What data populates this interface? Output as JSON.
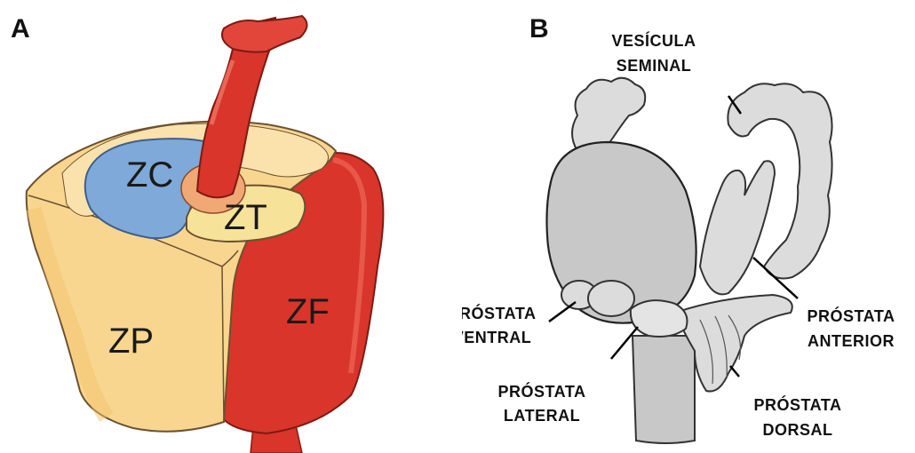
{
  "panel_a": {
    "letter": "A",
    "zones": {
      "central": "ZC",
      "transition": "ZT",
      "peripheral": "ZP",
      "fibromuscular": "ZF"
    },
    "colors": {
      "peripheral": "#f9d690",
      "central": "#7fa9d9",
      "transition": "#f7e29a",
      "fibromuscular": "#d9352a",
      "urethra": "#d9352a"
    }
  },
  "panel_b": {
    "letter": "B",
    "labels": {
      "seminal_vesicle": [
        "VESÍCULA",
        "SEMINAL"
      ],
      "ventral": [
        "PRÓSTATA",
        "VENTRAL"
      ],
      "lateral": [
        "PRÓSTATA",
        "LATERAL"
      ],
      "anterior": [
        "PRÓSTATA",
        "ANTERIOR"
      ],
      "dorsal": [
        "PRÓSTATA",
        "DORSAL"
      ]
    },
    "colors": {
      "bladder": "#c8c8c8",
      "gland": "#dcdcdc"
    }
  }
}
